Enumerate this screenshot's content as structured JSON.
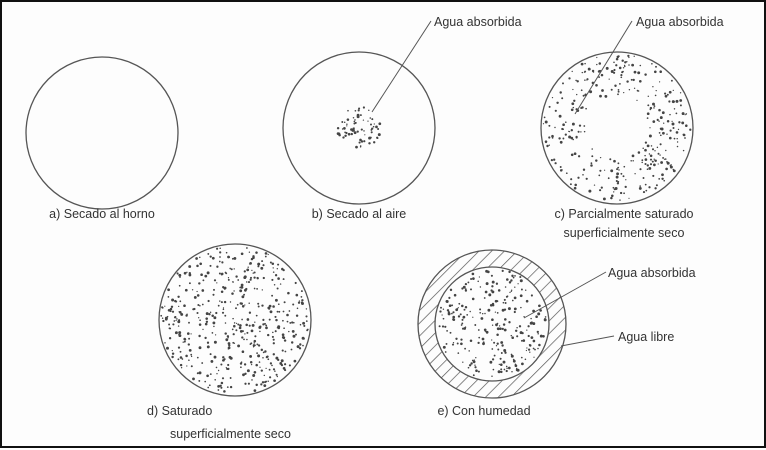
{
  "colors": {
    "stroke": "#555555",
    "dot": "#444444",
    "text": "#333333",
    "frame": "#111111"
  },
  "panels": {
    "a": {
      "caption": [
        "a) Secado al horno"
      ]
    },
    "b": {
      "caption": [
        "b) Secado al aire"
      ],
      "callout": "Agua absorbida"
    },
    "c": {
      "caption": [
        "c) Parcialmente saturado",
        "superficialmente seco"
      ],
      "callout": "Agua absorbida"
    },
    "d": {
      "caption": [
        "d) Saturado",
        "superficialmente seco"
      ]
    },
    "e": {
      "caption": [
        "e) Con humedad"
      ],
      "callout_absorbed": "Agua absorbida",
      "callout_free": "Agua libre"
    }
  }
}
